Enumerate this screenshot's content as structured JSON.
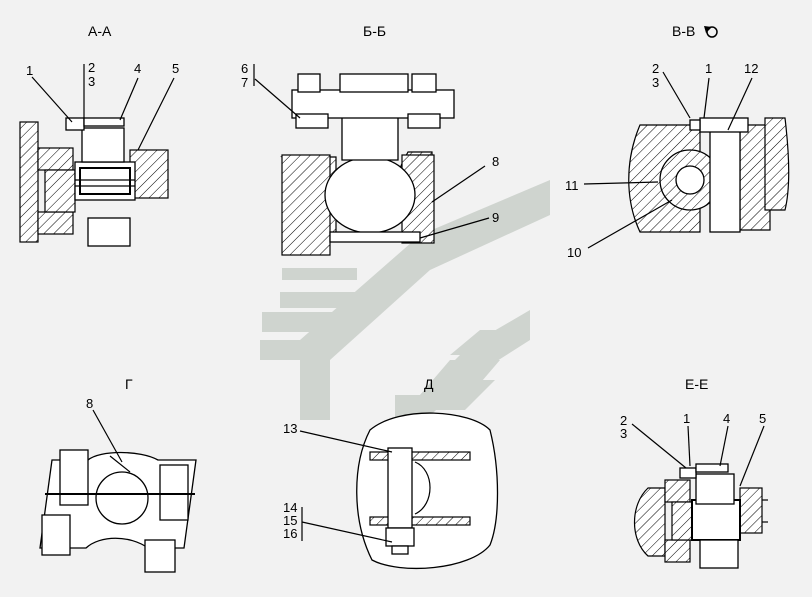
{
  "views": [
    {
      "id": "aa",
      "title": "А-А",
      "callouts": [
        "1",
        "2",
        "3",
        "4",
        "5"
      ]
    },
    {
      "id": "bb",
      "title": "Б-Б",
      "callouts": [
        "6",
        "7",
        "8",
        "9"
      ]
    },
    {
      "id": "vv",
      "title": "В-В",
      "callouts": [
        "2",
        "3",
        "1",
        "12",
        "11",
        "10"
      ]
    },
    {
      "id": "g",
      "title": "Г",
      "callouts": [
        "8"
      ]
    },
    {
      "id": "d",
      "title": "Д",
      "callouts": [
        "13",
        "14",
        "15",
        "16"
      ]
    },
    {
      "id": "ee",
      "title": "Е-Е",
      "callouts": [
        "2",
        "3",
        "1",
        "4",
        "5"
      ]
    }
  ],
  "watermark": {
    "color": "#c9cfc9",
    "name": "chevron-logo"
  },
  "colors": {
    "line": "#000000",
    "background": "#f2f2f2",
    "fill": "#ffffff"
  }
}
